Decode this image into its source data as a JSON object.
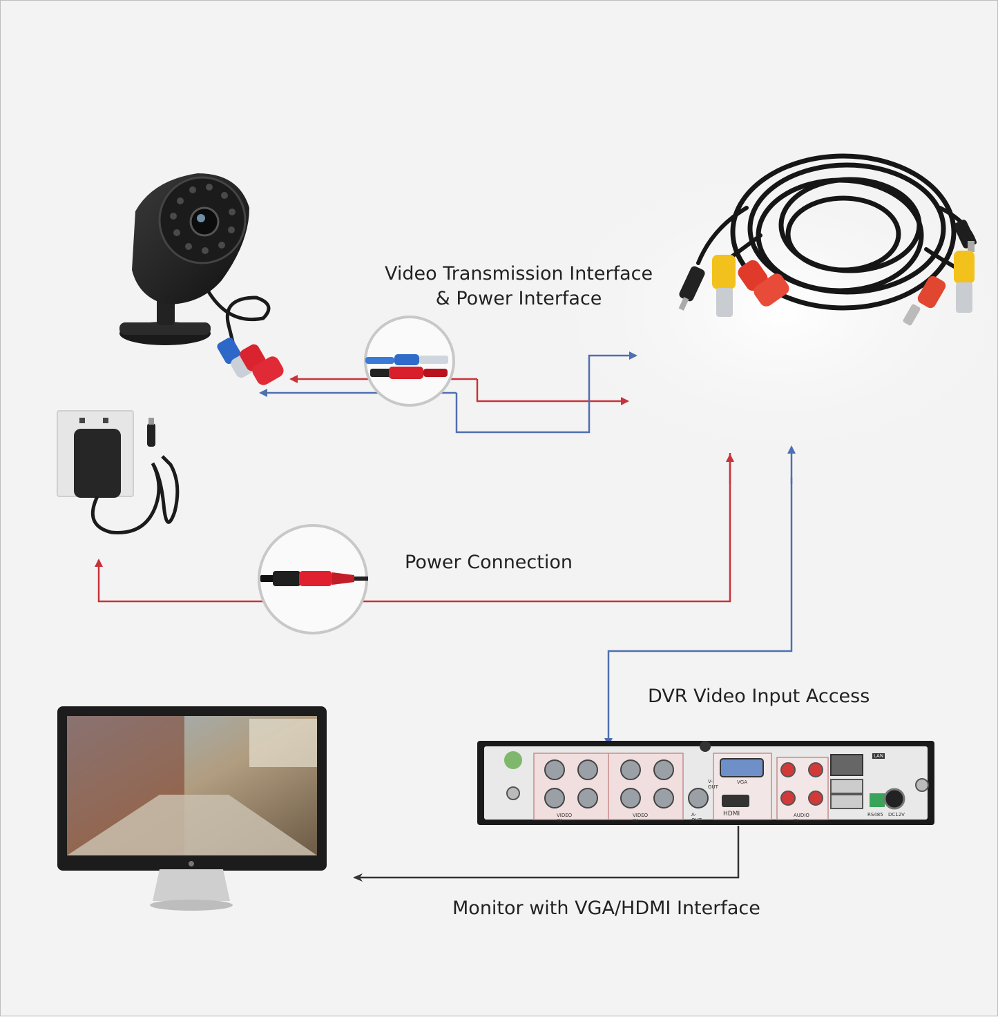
{
  "labels": {
    "video_transmission_line1": "Video Transmission Interface",
    "video_transmission_line2": "& Power Interface",
    "power_connection": "Power Connection",
    "dvr_video_input": "DVR Video Input Access",
    "monitor_interface": "Monitor with VGA/HDMI Interface"
  },
  "dvr_panel": {
    "video_in_1": "VIDEO IN",
    "video_in_2": "VIDEO IN",
    "vout": "V-OUT",
    "vga": "VGA",
    "aout": "A-OUT",
    "hdmi": "HDMI",
    "audio_in": "AUDIO IN",
    "lan": "LAN",
    "rs485": "RS485",
    "dc12v": "DC12V"
  },
  "colors": {
    "power_line": "#c8333b",
    "video_line": "#4e6fb1",
    "monitor_line": "#333333",
    "background": "#f3f3f3"
  }
}
